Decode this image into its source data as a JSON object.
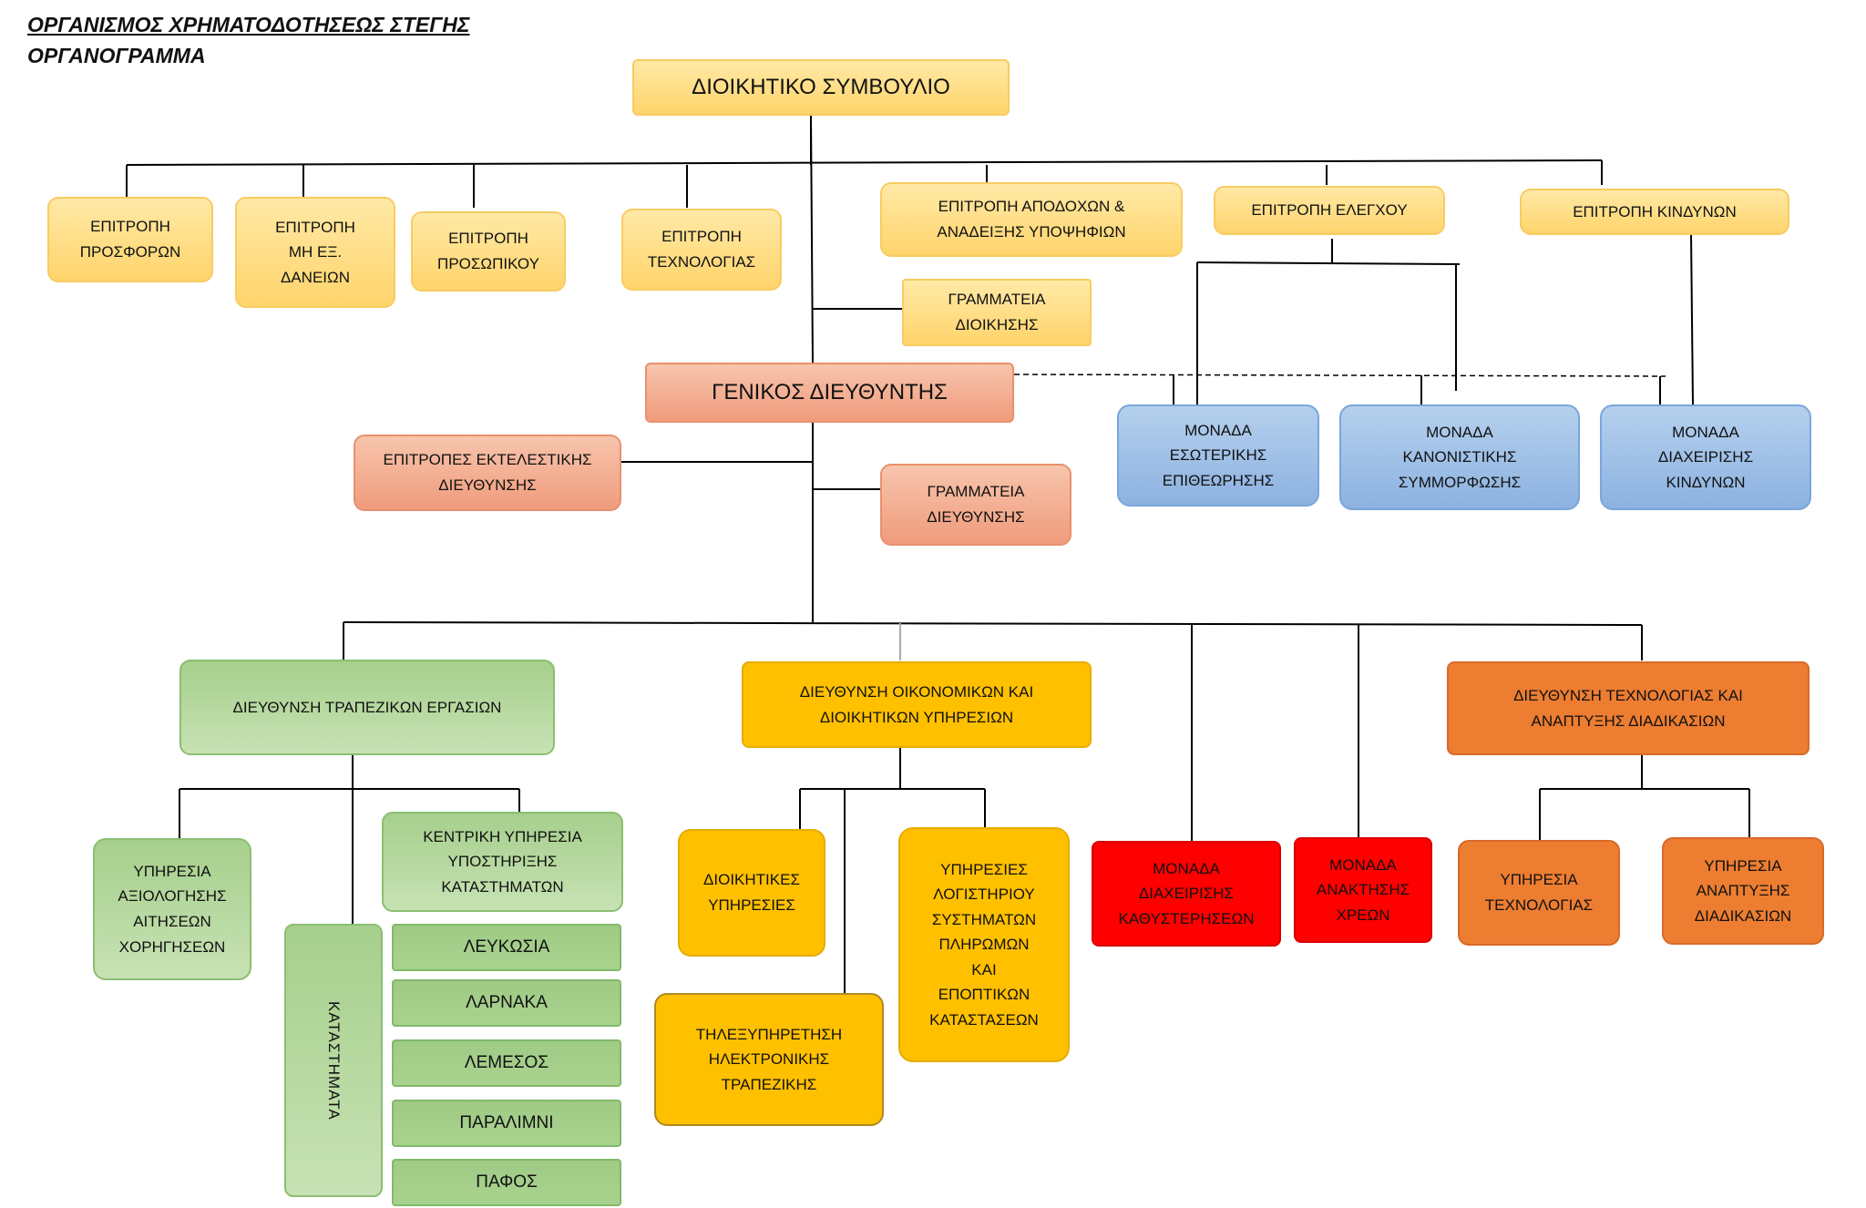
{
  "header": {
    "line1": "ΟΡΓΑΝΙΣΜΟΣ ΧΡΗΜΑΤΟΔΟΤΗΣΕΩΣ ΣΤΕΓΗΣ",
    "line2": "ΟΡΓΑΝΟΓΡΑΜΜΑ"
  },
  "board": {
    "label": "ΔΙΟΙΚΗΤΙΚΟ ΣΥΜΒΟΥΛΙΟ"
  },
  "committees": {
    "tenders": "ΕΠΙΤΡΟΠΗ\nΠΡΟΣΦΟΡΩΝ",
    "loans": "ΕΠΙΤΡΟΠΗ\nΜΗ ΕΞ.\nΔΑΝΕΙΩΝ",
    "personnel": "ΕΠΙΤΡΟΠΗ\nΠΡΟΣΩΠΙΚΟΥ",
    "technology": "ΕΠΙΤΡΟΠΗ\nΤΕΧΝΟΛΟΓΙΑΣ",
    "remuneration": "ΕΠΙΤΡΟΠΗ ΑΠΟΔΟΧΩΝ &\nΑΝΑΔΕΙΞΗΣ ΥΠΟΨΗΦΙΩΝ",
    "audit": "ΕΠΙΤΡΟΠΗ  ΕΛΕΓΧΟΥ",
    "risk": "ΕΠΙΤΡΟΠΗ    ΚΙΝΔΥΝΩΝ"
  },
  "board_secretariat": "ΓΡΑΜΜΑΤΕΙΑ\nΔΙΟΙΚΗΣΗΣ",
  "general_manager": "ΓΕΝΙΚΟΣ ΔΙΕΥΘΥΝΤΗΣ",
  "exec_committees": "ΕΠΙΤΡΟΠΕΣ ΕΚΤΕΛΕΣΤΙΚΗΣ\nΔΙΕΥΘΥΝΣΗΣ",
  "management_secretariat": "ΓΡΑΜΜΑΤΕΙΑ\nΔΙΕΥΘΥΝΣΗΣ",
  "units": {
    "internal_audit": "ΜΟΝΑΔΑ\nΕΣΩΤΕΡΙΚΗΣ\nΕΠΙΘΕΩΡΗΣΗΣ",
    "compliance": "ΜΟΝΑΔΑ\nΚΑΝΟΝΙΣΤΙΚΗΣ\nΣΥΜΜΟΡΦΩΣΗΣ",
    "risk_management": "ΜΟΝΑΔΑ\nΔΙΑΧΕΙΡΙΣΗΣ\nΚΙΝΔΥΝΩΝ"
  },
  "banking": {
    "title": "ΔΙΕΥΘΥΝΣΗ  ΤΡΑΠΕΖΙΚΩΝ  ΕΡΓΑΣΙΩΝ",
    "evaluation": "ΥΠΗΡΕΣΙΑ\nΑΞΙΟΛΟΓΗΣΗΣ\nΑΙΤΗΣΕΩΝ\nΧΟΡΗΓΗΣΕΩΝ",
    "central_support": "ΚΕΝΤΡΙΚΗ ΥΠΗΡΕΣΙΑ\nΥΠΟΣΤΗΡΙΞΗΣ\nΚΑΤΑΣΤΗΜΑΤΩΝ",
    "branches_label": "ΚΑΤΑΣΤΗΜΑΤΑ",
    "branches": [
      "ΛΕΥΚΩΣΙΑ",
      "ΛΑΡΝΑΚΑ",
      "ΛΕΜΕΣΟΣ",
      "ΠΑΡΑΛΙΜΝΙ",
      "ΠΑΦΟΣ"
    ]
  },
  "finance": {
    "title": "ΔΙΕΥΘΥΝΣΗ   ΟΙΚΟΝΟΜΙΚΩΝ  ΚΑΙ\nΔΙΟΙΚΗΤΙΚΩΝ ΥΠΗΡΕΣΙΩΝ",
    "admin_services": "ΔΙΟΙΚΗΤΙΚΕΣ\nΥΠΗΡΕΣΙΕΣ",
    "accounting": "ΥΠΗΡΕΣΙΕΣ\nΛΟΓΙΣΤΗΡΙΟΥ\nΣΥΣΤΗΜΑΤΩΝ\nΠΛΗΡΩΜΩΝ\nΚΑΙ\nΕΠΟΠΤΙΚΩΝ\nΚΑΤΑΣΤΑΣΕΩΝ",
    "e_banking": "ΤΗΛΕΞΥΠΗΡΕΤΗΣΗ\nΗΛΕΚΤΡΟΝΙΚΗΣ\nΤΡΑΠΕΖΙΚΗΣ"
  },
  "arrears_unit": "ΜΟΝΑΔΑ\nΔΙΑΧΕΙΡΙΣΗΣ\nΚΑΘΥΣΤΕΡΗΣΕΩΝ",
  "recovery_unit": "ΜΟΝΑΔΑ\nΑΝΑΚΤΗΣΗΣ\nΧΡΕΩΝ",
  "tech_dev": {
    "title": "ΔΙΕΥΘΥΝΣΗ  ΤΕΧΝΟΛΟΓΙΑΣ ΚΑΙ\nΑΝΑΠΤΥΞΗΣ ΔΙΑΔΙΚΑΣΙΩΝ",
    "technology_service": "ΥΠΗΡΕΣΙΑ\nΤΕΧΝΟΛΟΓΙΑΣ",
    "process_service": "ΥΠΗΡΕΣΙΑ\nΑΝΑΠΤΥΞΗΣ\nΔΙΑΔΙΚΑΣΙΩΝ"
  },
  "colors": {
    "board_yellow": "#ffd46c",
    "gm_salmon": "#f09b7c",
    "unit_blue": "#8cb2e0",
    "banking_green": "#a9d28f",
    "finance_gold": "#ffc000",
    "tech_orange": "#ed7d31",
    "unit_red": "#ff0000",
    "connector": "#000000"
  }
}
